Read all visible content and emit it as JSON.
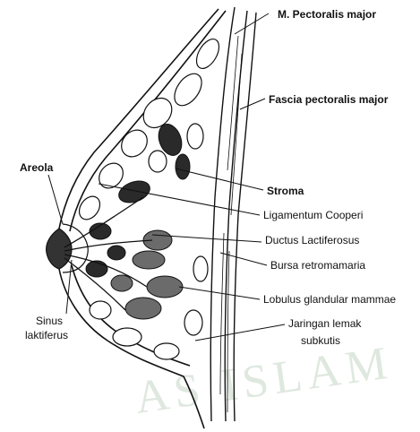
{
  "figure": {
    "labels": {
      "m_pectoralis_major": "M. Pectoralis major",
      "fascia_pectoralis_major": "Fascia pectoralis major",
      "areola": "Areola",
      "stroma": "Stroma",
      "ligamentum_cooperi": "Ligamentum Cooperi",
      "ductus_lactiferosus": "Ductus Lactiferosus",
      "bursa_retromamaria": "Bursa retromamaria",
      "lobulus_glandular_mammae": "Lobulus glandular mammae",
      "sinus_laktiferus_line1": "Sinus",
      "sinus_laktiferus_line2": "laktiferus",
      "jaringan_lemak_line1": "Jaringan lemak",
      "jaringan_lemak_line2": "subkutis"
    },
    "watermark": "AS ISLAM",
    "colors": {
      "ink": "#111111",
      "watermark": "#dfe8df",
      "background": "#ffffff"
    }
  }
}
